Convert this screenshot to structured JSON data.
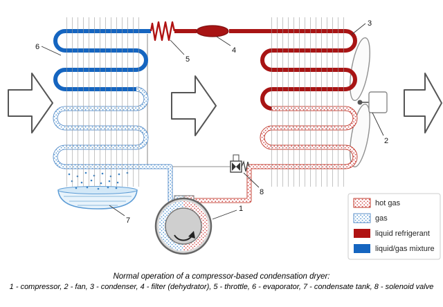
{
  "callouts": {
    "compressor": "1",
    "fan": "2",
    "condenser": "3",
    "filter": "4",
    "throttle": "5",
    "evaporator": "6",
    "condensate_tank": "7",
    "solenoid_valve": "8"
  },
  "legend": {
    "items": [
      {
        "label": "hot gas",
        "color": "#c0392b",
        "fill": "dotted"
      },
      {
        "label": "gas",
        "color": "#5b8fc9",
        "fill": "dotted"
      },
      {
        "label": "liquid refrigerant",
        "color": "#b01212",
        "fill": "solid"
      },
      {
        "label": "liquid/gas mixture",
        "color": "#1565c0",
        "fill": "solid"
      }
    ]
  },
  "caption": {
    "line1": "Normal operation of a compressor-based condensation dryer:",
    "line2": "1 - compressor, 2 - fan, 3 - condenser, 4 - filter (dehydrator), 5 - throttle, 6 - evaporator, 7 - condensate tank, 8 - solenoid valve"
  }
}
